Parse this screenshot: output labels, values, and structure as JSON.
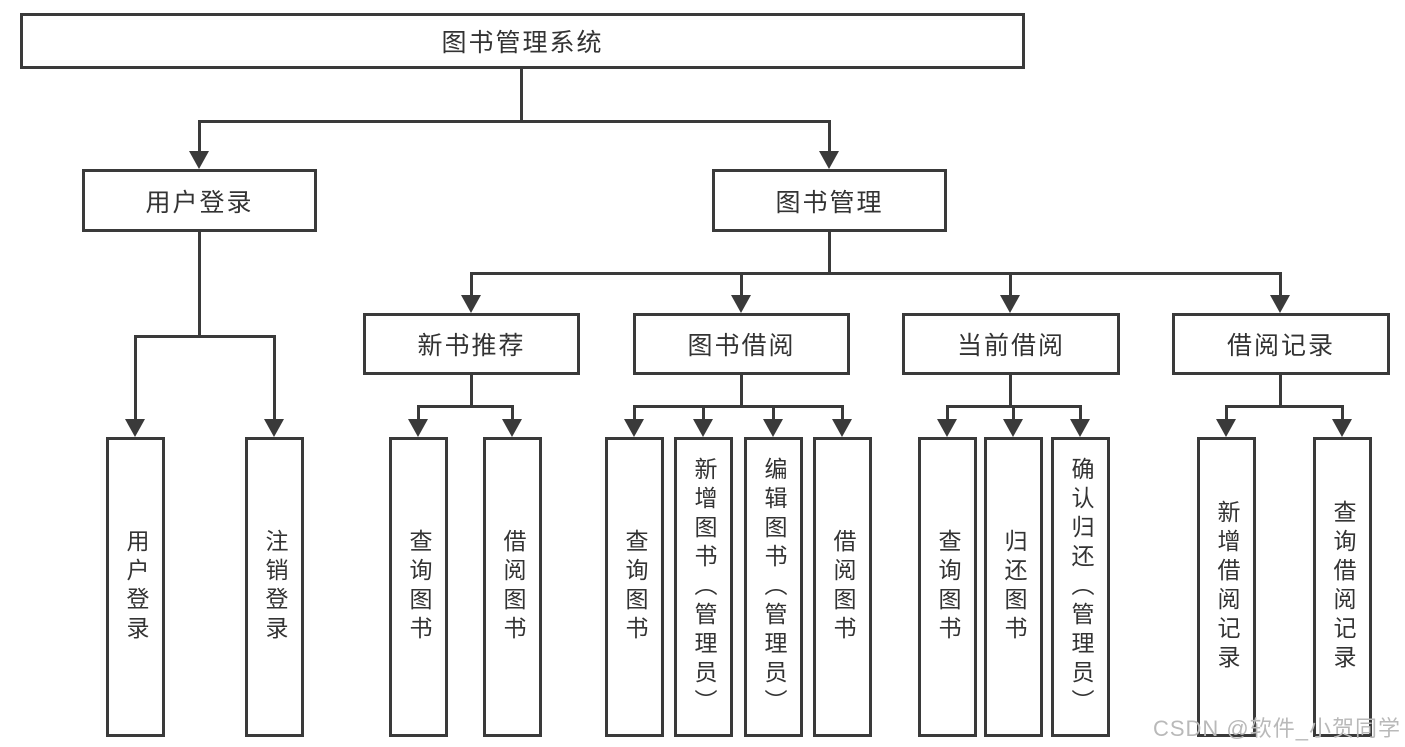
{
  "diagram": {
    "title_node": "图书管理系统",
    "level2": {
      "user_login": "用户登录",
      "book_management": "图书管理"
    },
    "level3": {
      "new_book_recommend": "新书推荐",
      "book_borrowing": "图书借阅",
      "current_borrowing": "当前借阅",
      "borrow_records": "借阅记录"
    },
    "leaves": {
      "user_login_leaf": "用户登录",
      "logout": "注销登录",
      "nb_query_books": "查询图书",
      "nb_borrow_books": "借阅图书",
      "bb_query_books": "查询图书",
      "bb_add_books": "新增图书（管理员）",
      "bb_edit_books": "编辑图书（管理员）",
      "bb_borrow_books": "借阅图书",
      "cb_query_books": "查询图书",
      "cb_return_books": "归还图书",
      "cb_confirm_return": "确认归还（管理员）",
      "br_add_record": "新增借阅记录",
      "br_query_record": "查询借阅记录"
    },
    "watermark": "CSDN @软件_小贺同学",
    "colors": {
      "line": "#3a3a3a",
      "text": "#333333",
      "watermark": "#b9b9b9",
      "background": "#ffffff"
    }
  }
}
